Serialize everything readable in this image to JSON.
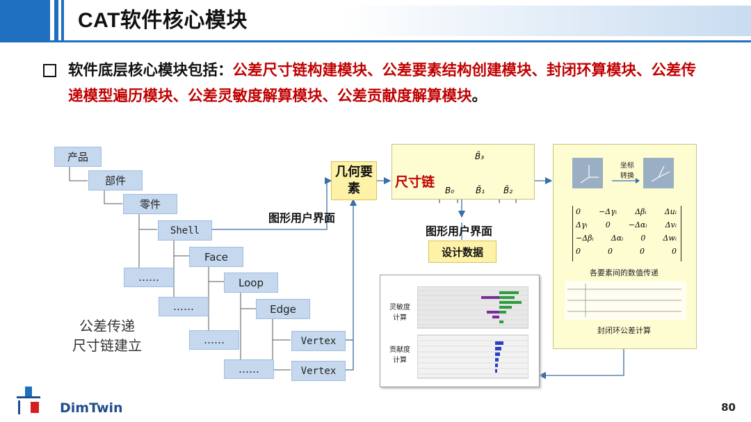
{
  "header": {
    "title": "CAT软件核心模块",
    "accent_color": "#1f6fc1"
  },
  "bullet": {
    "lead": "软件底层核心模块包括：",
    "highlight": "公差尺寸链构建模块、公差要素结构创建模块、封闭环算模块、公差传递模型遍历模块、公差灵敏度解算模块、公差贡献度解算模块",
    "tail": "。",
    "highlight_color": "#c00000"
  },
  "hierarchy": {
    "items": [
      "产品",
      "部件",
      "零件",
      "Shell",
      "Face",
      "Loop",
      "Edge",
      "Vertex",
      "Vertex"
    ],
    "ellipsis": "……",
    "side_label_1": "公差传递",
    "side_label_2": "尺寸链建立"
  },
  "gui_label_1": "图形用户界面",
  "gui_label_2": "图形用户界面",
  "geometry_elements": "几何要素",
  "dimension_chain": {
    "label": "尺寸链",
    "symbols": [
      "B̄₃",
      "B₀",
      "B̄₁",
      "B̄₂"
    ]
  },
  "design_data": "设计数据",
  "sensitivity_panel": {
    "sens_label_1": "灵敏度",
    "sens_label_2": "计算",
    "contrib_label_1": "贡献度",
    "contrib_label_2": "计算"
  },
  "right_panel": {
    "transform_label_1": "坐标",
    "transform_label_2": "转换",
    "matrix": [
      [
        "0",
        "−Δγᵢ",
        "Δβᵢ",
        "Δuᵢ"
      ],
      [
        "Δγᵢ",
        "0",
        "−Δαᵢ",
        "Δvᵢ"
      ],
      [
        "−Δβᵢ",
        "Δαᵢ",
        "0",
        "Δwᵢ"
      ],
      [
        "0",
        "0",
        "0",
        "0"
      ]
    ],
    "matrix_caption": "各要素间的数值传递",
    "closed_loop_caption": "封闭环公差计算"
  },
  "footer": {
    "brand": "DimTwin",
    "page_number": "80"
  }
}
